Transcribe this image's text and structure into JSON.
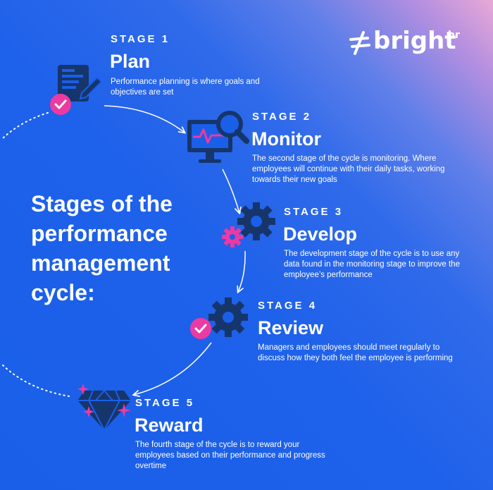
{
  "logo": {
    "name": "bright",
    "suffix": "hr"
  },
  "heading": "Stages of the performance management cycle:",
  "stages": [
    {
      "label": "STAGE 1",
      "title": "Plan",
      "desc": "Performance planning is where goals and objectives are set",
      "icon": "document-pen-icon"
    },
    {
      "label": "STAGE 2",
      "title": "Monitor",
      "desc": "The second stage of the cycle is monitoring. Where employees will continue with their daily tasks, working towards their new goals",
      "icon": "monitor-magnifier-icon"
    },
    {
      "label": "STAGE 3",
      "title": "Develop",
      "desc": "The development stage of the cycle is to use any data found in the monitoring stage to improve the employee’s performance",
      "icon": "gears-icon"
    },
    {
      "label": "STAGE 4",
      "title": "Review",
      "desc": "Managers and employees should meet regularly to discuss how they both feel the employee is performing",
      "icon": "gear-check-icon"
    },
    {
      "label": "STAGE 5",
      "title": "Reward",
      "desc": "The fourth stage of the cycle is to reward your employees based on their performance and progress overtime",
      "icon": "diamond-icon"
    }
  ],
  "colors": {
    "navy": "#16356b",
    "pink": "#ec3aa3",
    "white": "#ffffff",
    "background": "#1a5fe8"
  }
}
